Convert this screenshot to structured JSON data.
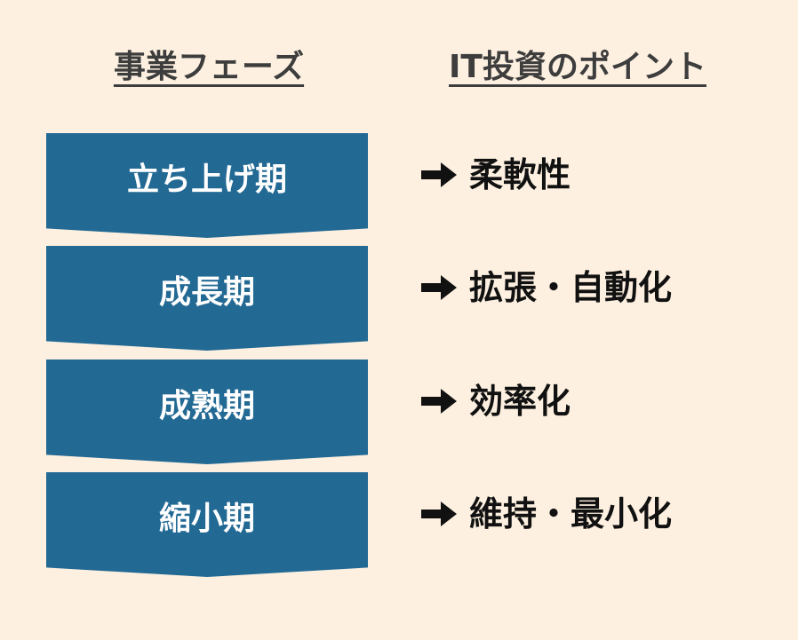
{
  "headers": {
    "left": "事業フェーズ",
    "right": "IT投資のポイント"
  },
  "colors": {
    "background": "#fdf0e0",
    "phase_fill": "#226994",
    "phase_text": "#ffffff",
    "header_text": "#3d3d3d",
    "point_text": "#111111"
  },
  "phases": [
    {
      "label": "立ち上げ期",
      "point": "柔軟性"
    },
    {
      "label": "成長期",
      "point": "拡張・自動化"
    },
    {
      "label": "成熟期",
      "point": "効率化"
    },
    {
      "label": "縮小期",
      "point": "維持・最小化"
    }
  ],
  "icons": {
    "arrow": "right-arrow-icon"
  }
}
